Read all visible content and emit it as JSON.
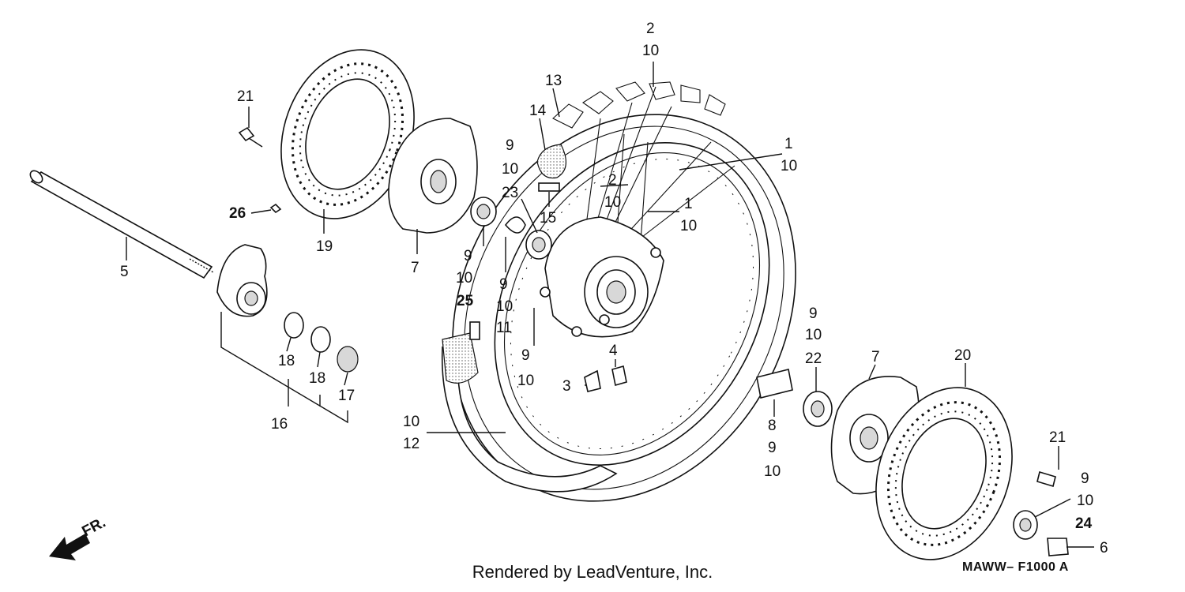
{
  "footer": {
    "credit": "Rendered by LeadVenture, Inc.",
    "figure_code": "MAWW– F1000 A"
  },
  "direction_marker": {
    "text": "FR.",
    "icon": "front-arrow-icon"
  },
  "callouts": [
    "2",
    "10",
    "13",
    "14",
    "9",
    "10",
    "1",
    "10",
    "2",
    "10",
    "15",
    "23",
    "1",
    "10",
    "21",
    "26",
    "19",
    "7",
    "5",
    "9",
    "10",
    "25",
    "9",
    "10",
    "11",
    "9",
    "10",
    "4",
    "3",
    "18",
    "18",
    "17",
    "16",
    "10",
    "12",
    "9",
    "10",
    "22",
    "7",
    "20",
    "8",
    "9",
    "10",
    "21",
    "9",
    "10",
    "24",
    "6"
  ]
}
